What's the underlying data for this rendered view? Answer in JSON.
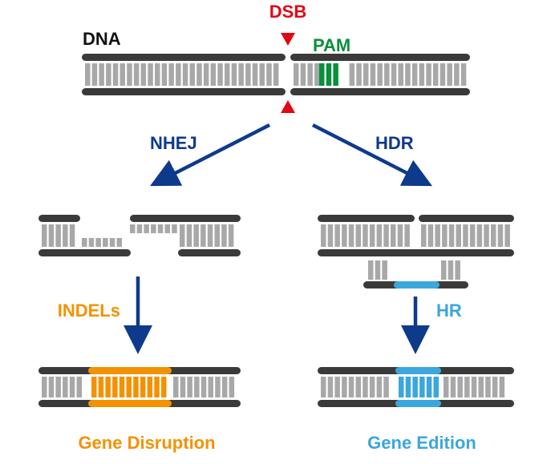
{
  "labels": {
    "dsb": "DSB",
    "dna": "DNA",
    "pam": "PAM",
    "nhej": "NHEJ",
    "hdr": "HDR",
    "indels": "INDELs",
    "hr": "HR",
    "gene_disruption": "Gene Disruption",
    "gene_edition": "Gene Edition"
  },
  "colors": {
    "red": "#e30613",
    "green": "#0a8f3c",
    "navy": "#0e3a8c",
    "orange": "#f39200",
    "blue": "#3ba7dc",
    "strand": "#3a3a3a",
    "rung": "#a8a8a8",
    "text": "#111111"
  }
}
